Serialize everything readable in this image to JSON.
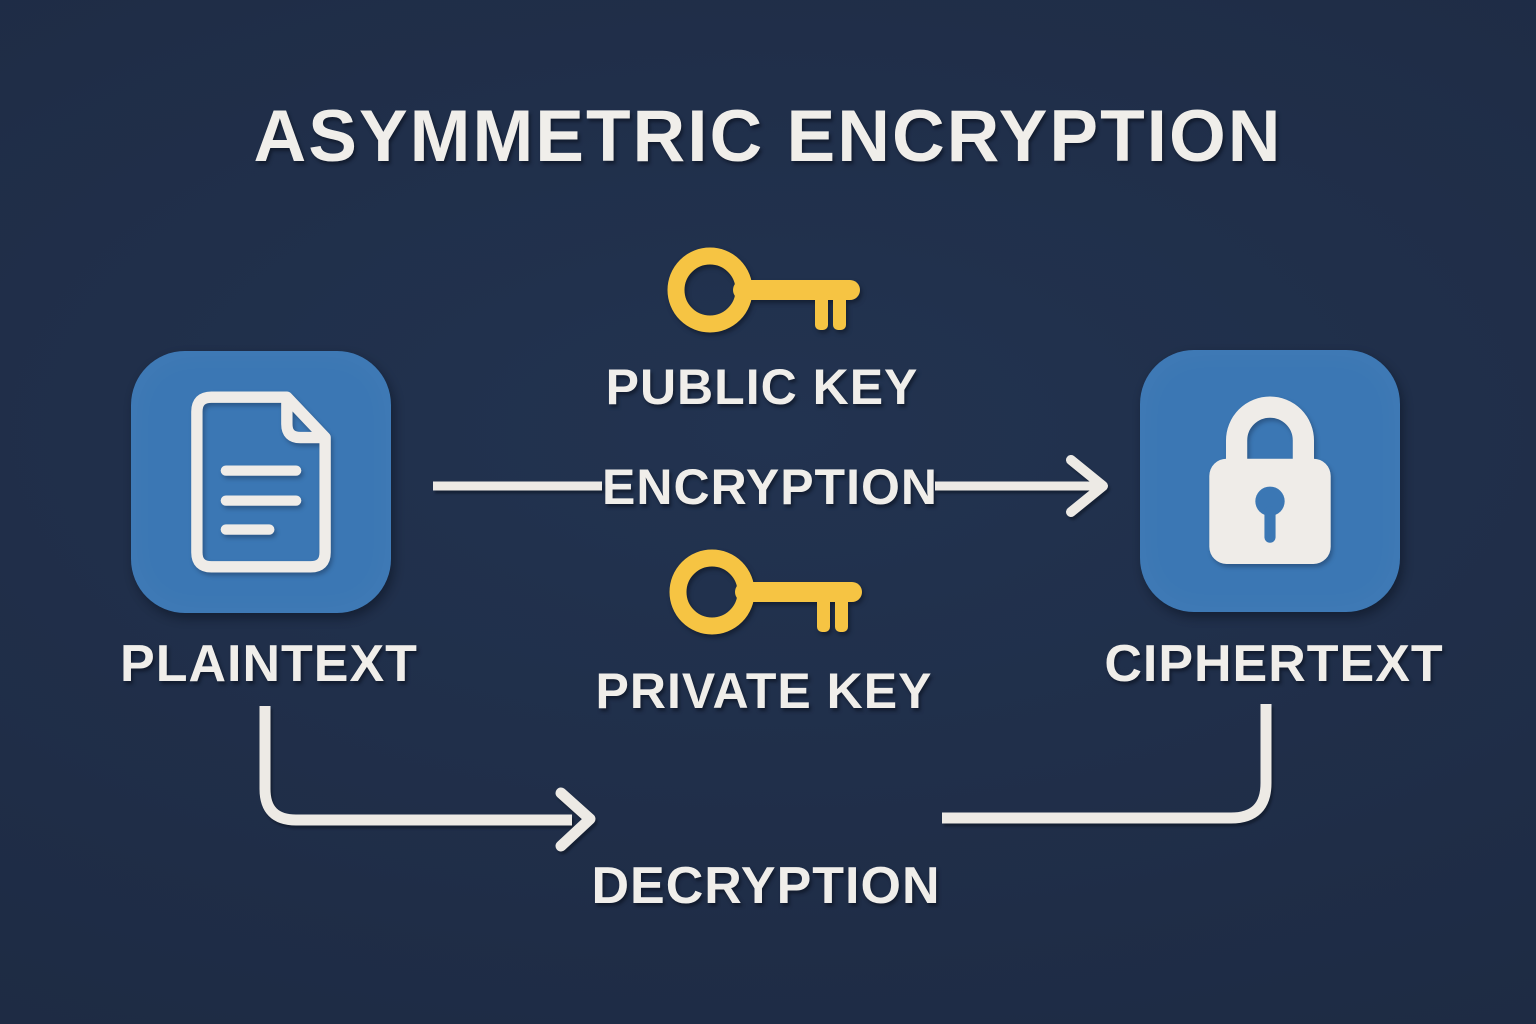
{
  "title": "ASYMMETRIC ENCRYPTION",
  "colors": {
    "background": "#1f2d47",
    "panel_blue": "#3b77b4",
    "key_yellow": "#f6c443",
    "text_white": "#f0eeea",
    "line_white": "#edeae5"
  },
  "keys": {
    "public": {
      "label": "PUBLIC KEY",
      "icon": "key-icon"
    },
    "private": {
      "label": "PRIVATE KEY",
      "icon": "key-icon"
    }
  },
  "nodes": {
    "plaintext": {
      "label": "PLAINTEXT",
      "icon": "document-icon"
    },
    "ciphertext": {
      "label": "CIPHERTEXT",
      "icon": "lock-icon"
    }
  },
  "flows": {
    "encryption": {
      "label": "ENCRYPTION",
      "from": "PLAINTEXT",
      "to": "CIPHERTEXT",
      "key": "PUBLIC KEY"
    },
    "decryption": {
      "label": "DECRYPTION",
      "from": "CIPHERTEXT",
      "to": "PLAINTEXT",
      "key": "PRIVATE KEY"
    }
  }
}
